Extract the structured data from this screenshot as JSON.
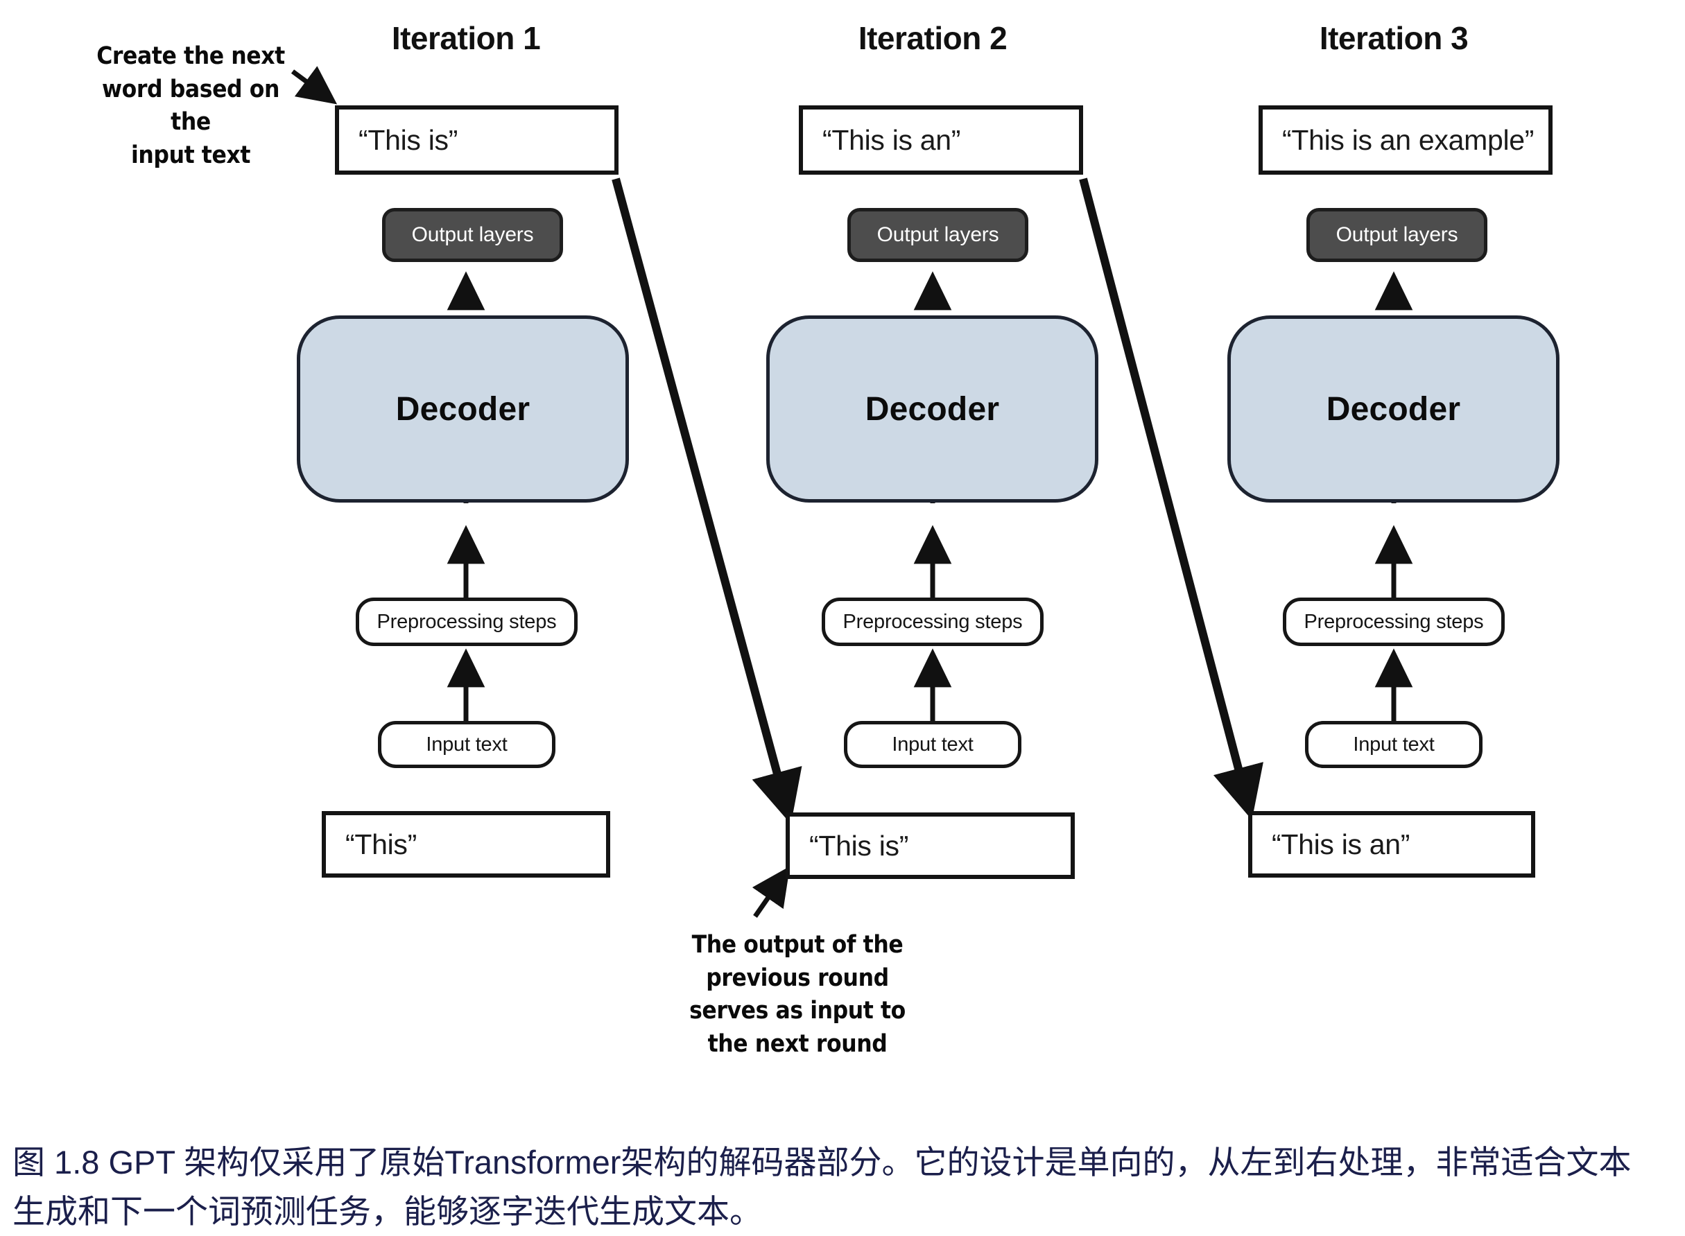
{
  "figure": {
    "caption_line1": "图 1.8  GPT 架构仅采用了原始Transformer架构的解码器部分。它的设计是单向的，从左到右处理，非常适合文本",
    "caption_line2": "生成和下一个词预测任务，能够逐字迭代生成文本。",
    "caption_color": "#1b1f4b",
    "background": "#ffffff"
  },
  "palette": {
    "output_layers_fill": "#4d4d4d",
    "decoder_fill": "#cdd9e5",
    "box_stroke": "#141414",
    "arrow_stroke": "#111111"
  },
  "annotations": [
    {
      "id": "create-next-word",
      "line1": "Create the next",
      "line2": "word based on the",
      "line3": "input text"
    },
    {
      "id": "output-previous-round",
      "line1": "The output of the",
      "line2": "previous round",
      "line3": "serves as input to",
      "line4": "the next round"
    }
  ],
  "common_labels": {
    "output_layers": "Output layers",
    "decoder": "Decoder",
    "preprocessing_steps": "Preprocessing steps",
    "input_text": "Input text"
  },
  "columns": [
    {
      "title": "Iteration 1",
      "output_box": "“This is”",
      "output_layers": "Output layers",
      "decoder": "Decoder",
      "preprocessing": "Preprocessing steps",
      "input_stage": "Input text",
      "input_box": "“This”"
    },
    {
      "title": "Iteration 2",
      "output_box": "“This is an”",
      "output_layers": "Output layers",
      "decoder": "Decoder",
      "preprocessing": "Preprocessing steps",
      "input_stage": "Input text",
      "input_box": "“This is”"
    },
    {
      "title": "Iteration 3",
      "output_box": "“This is an example”",
      "output_layers": "Output layers",
      "decoder": "Decoder",
      "preprocessing": "Preprocessing steps",
      "input_stage": "Input text",
      "input_box": "“This is an”"
    }
  ]
}
